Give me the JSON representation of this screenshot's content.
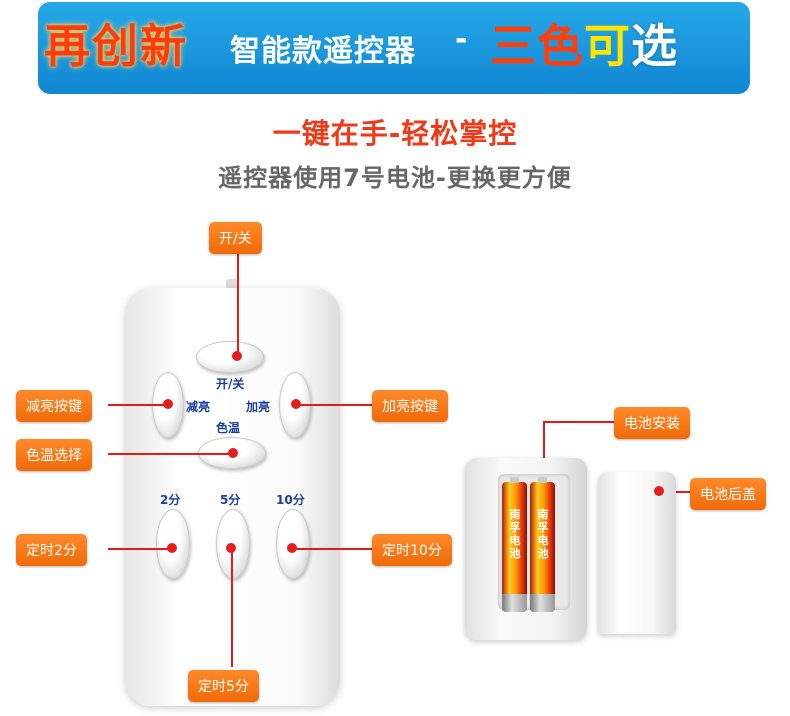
{
  "banner": {
    "red_title": "再创新",
    "subtitle": "智能款遥控器",
    "dash": "-",
    "tri_color": [
      "三",
      "色",
      "可",
      "选"
    ],
    "tri_colors": [
      "#ff3e0e",
      "#ff3e0e",
      "#ffe400",
      "#ffffff"
    ]
  },
  "headline": "一键在手-轻松掌控",
  "subheadline": "遥控器使用7号电池-更换更方便",
  "remote": {
    "label_power": "开/关",
    "label_dim": "减亮",
    "label_bright": "加亮",
    "label_color": "色温",
    "label_2": "2分",
    "label_5": "5分",
    "label_10": "10分"
  },
  "callouts": {
    "power": "开/关",
    "dim": "减亮按键",
    "bright": "加亮按键",
    "color": "色温选择",
    "timer2": "定时2分",
    "timer5": "定时5分",
    "timer10": "定时10分",
    "battery_install": "电池安装",
    "battery_cover": "电池后盖"
  },
  "battery_text": "南孚电池",
  "colors": {
    "banner_bg": "#1a97de",
    "accent_red": "#ee3a19",
    "callout_orange": "#f47a16",
    "remote_text": "#1c3f9c"
  }
}
